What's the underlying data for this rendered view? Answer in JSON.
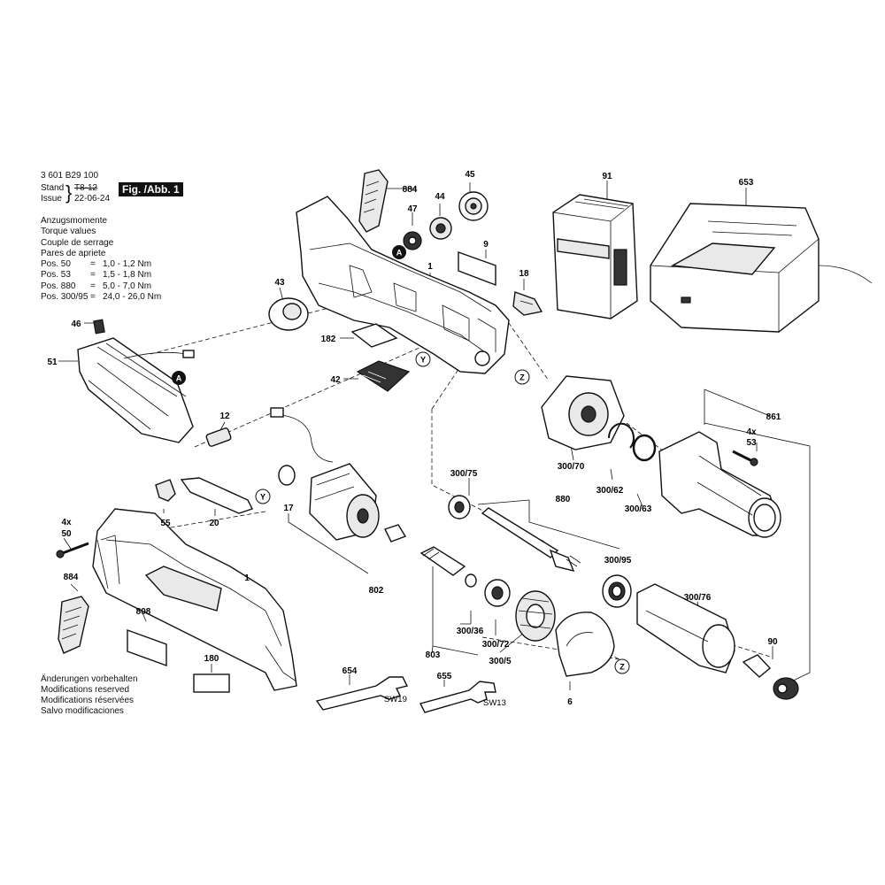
{
  "header": {
    "part_number": "3 601 B29 100",
    "stand_label": "Stand",
    "issue_label": "Issue",
    "stand_value": "T8-12",
    "issue_value": "22-06-24",
    "figure_label": "Fig. /Abb. 1"
  },
  "torque": {
    "headings": [
      "Anzugsmomente",
      "Torque values",
      "Couple de serrage",
      "Pares de apriete"
    ],
    "rows": [
      {
        "pos": "Pos.  50",
        "eq": "=",
        "range": "1,0 -  1,2 Nm"
      },
      {
        "pos": "Pos.  53",
        "eq": "=",
        "range": "1,5 -  1,8 Nm"
      },
      {
        "pos": "Pos. 880",
        "eq": "=",
        "range": "5,0 -  7,0 Nm"
      },
      {
        "pos": "Pos. 300/95",
        "eq": "=",
        "range": "24,0 - 26,0 Nm"
      }
    ]
  },
  "notes": [
    "Änderungen vorbehalten",
    "Modifications reserved",
    "Modifications réservées",
    "Salvo modificaciones"
  ],
  "parts": {
    "p884a": "884",
    "p47": "47",
    "p44": "44",
    "p45": "45",
    "p91": "91",
    "p653": "653",
    "p9": "9",
    "p1a": "1",
    "p18": "18",
    "p43": "43",
    "p182": "182",
    "p42": "42",
    "p46": "46",
    "p51": "51",
    "p12": "12",
    "p861": "861",
    "p4xa": "4x",
    "p53": "53",
    "p300_70": "300/70",
    "p300_62": "300/62",
    "p300_63": "300/63",
    "p300_75": "300/75",
    "p880": "880",
    "p17": "17",
    "p55": "55",
    "p20": "20",
    "p4xb": "4x",
    "p50": "50",
    "p802": "802",
    "p300_95": "300/95",
    "p1b": "1",
    "p884b": "884",
    "p808": "808",
    "p300_76": "300/76",
    "p90": "90",
    "p180": "180",
    "p300_36": "300/36",
    "p300_72": "300/72",
    "p803": "803",
    "p300_5": "300/5",
    "p654": "654",
    "p655": "655",
    "p6": "6"
  },
  "callouts": {
    "a": "A",
    "y": "Y",
    "z": "Z"
  },
  "wrenches": {
    "sw19": "SW19",
    "sw13": "SW13"
  }
}
